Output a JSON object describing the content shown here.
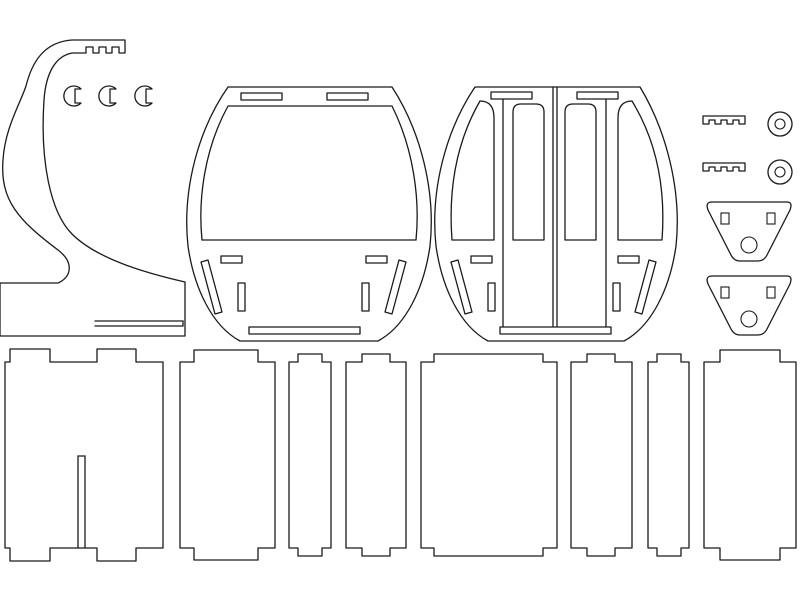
{
  "sheet": {
    "line_color": "#1a1a1a",
    "background_color": "#ffffff",
    "parts": [
      "hanger-arm",
      "hanger-clip",
      "cabin-front-panel",
      "cabin-rear-panel-with-doors",
      "connector-clip",
      "round-washer",
      "hanger-plate",
      "side-wall-panel",
      "floor-panel",
      "roof-panel"
    ]
  }
}
